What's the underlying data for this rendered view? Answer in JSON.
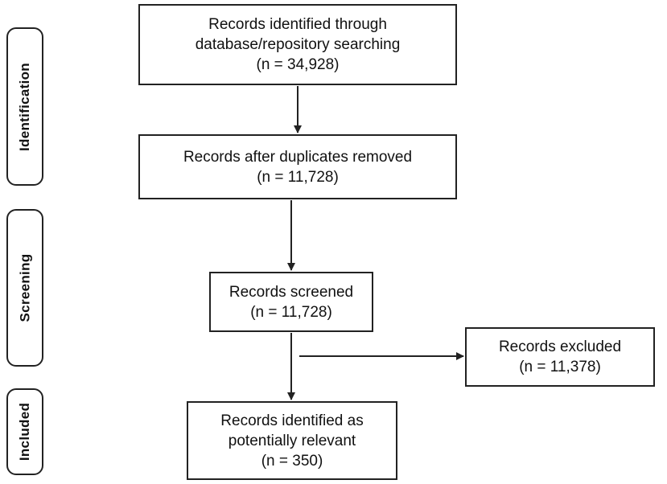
{
  "phases": {
    "identification": "Identification",
    "screening": "Screening",
    "included": "Included"
  },
  "boxes": {
    "identified": {
      "line1": "Records identified through",
      "line2": "database/repository searching",
      "count": "(n = 34,928)"
    },
    "deduplicated": {
      "line1": "Records after duplicates removed",
      "count": "(n = 11,728)"
    },
    "screened": {
      "line1": "Records screened",
      "count": "(n = 11,728)"
    },
    "excluded": {
      "line1": "Records excluded",
      "count": "(n = 11,378)"
    },
    "relevant": {
      "line1": "Records identified as",
      "line2": "potentially relevant",
      "count": "(n = 350)"
    }
  },
  "colors": {
    "stroke": "#222222",
    "background": "#ffffff"
  }
}
